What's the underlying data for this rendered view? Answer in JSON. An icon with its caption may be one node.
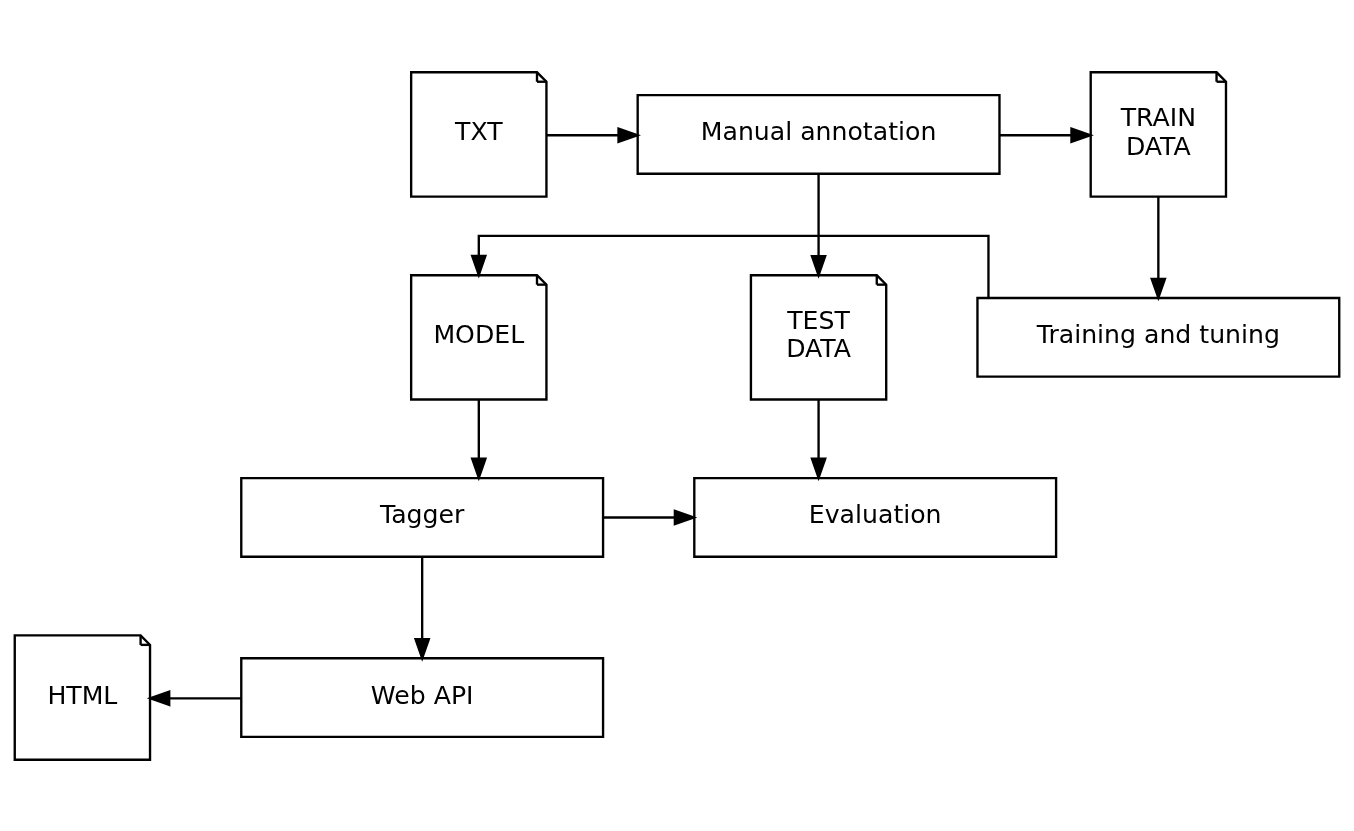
{
  "diagram": {
    "nodes": [
      {
        "text": [
          "TXT"
        ]
      },
      {
        "text": [
          "Manual annotation"
        ]
      },
      {
        "text": [
          "TRAIN DATA"
        ]
      },
      {
        "text": [
          "TEST DATA"
        ]
      },
      {
        "text": [
          "Training and tuning"
        ]
      },
      {
        "text": [
          "MODEL"
        ]
      },
      {
        "text": [
          "Evaluation"
        ]
      },
      {
        "text": [
          "Tagger"
        ]
      },
      {
        "text": [
          "HTML"
        ]
      },
      {
        "text": [
          "Web API"
        ]
      }
    ],
    "edges": [
      {
        "from": 0,
        "to": 1,
        "arrow": "to"
      },
      {
        "from": 1,
        "to": 2,
        "arrow": "to"
      },
      {
        "from": 1,
        "to": 3,
        "arrow": "to"
      },
      {
        "from": 2,
        "to": 4,
        "arrow": "to"
      },
      {
        "from": 4,
        "to": 5,
        "arrow": "to"
      },
      {
        "from": 3,
        "to": 6,
        "arrow": "to"
      },
      {
        "from": 5,
        "to": 7,
        "arrow": "to"
      },
      {
        "from": 7,
        "to": 6,
        "arrow": "to"
      },
      {
        "from": 7,
        "to": 9,
        "arrow": "to"
      },
      {
        "from": 9,
        "to": 8,
        "arrow": "to"
      }
    ]
  }
}
